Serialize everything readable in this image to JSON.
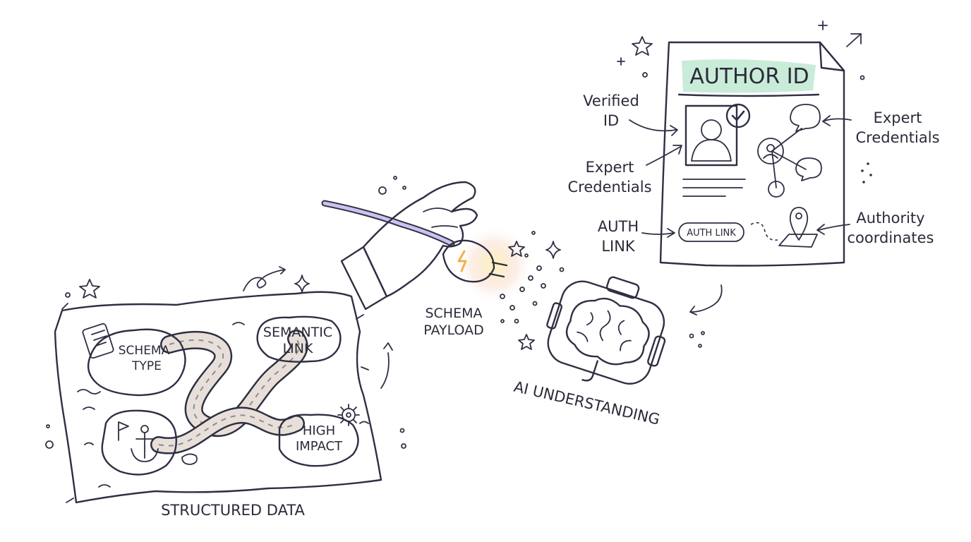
{
  "map": {
    "caption": "STRUCTURED DATA",
    "islands": {
      "schema_type": [
        "SCHEMA",
        "TYPE"
      ],
      "semantic_link": [
        "SEMANTIC",
        "LINK"
      ],
      "high_impact": [
        "HIGH",
        "IMPACT"
      ]
    }
  },
  "plug": {
    "label": [
      "SCHEMA",
      "PAYLOAD"
    ]
  },
  "ai": {
    "label": "AI UNDERSTANDING"
  },
  "author_card": {
    "title": "AUTHOR ID",
    "chip": "AUTH LINK"
  },
  "callouts": {
    "verified_id": [
      "Verified",
      "ID"
    ],
    "expert_credentials_left": [
      "Expert",
      "Credentials"
    ],
    "auth_link": [
      "AUTH",
      "LINK"
    ],
    "expert_credentials_right": [
      "Expert",
      "Credentials"
    ],
    "authority_coordinates": [
      "Authority",
      "coordinates"
    ]
  },
  "colors": {
    "ink": "#2f2f44",
    "peach": "#f6c9a4",
    "mint": "#bfe9d2",
    "lavender": "#cfc6f2",
    "sky": "#c9e4f5",
    "paper": "#eef0fb",
    "skin": "#fbe3cf",
    "brain": "#f3b5a8",
    "pin": "#f0907a"
  }
}
